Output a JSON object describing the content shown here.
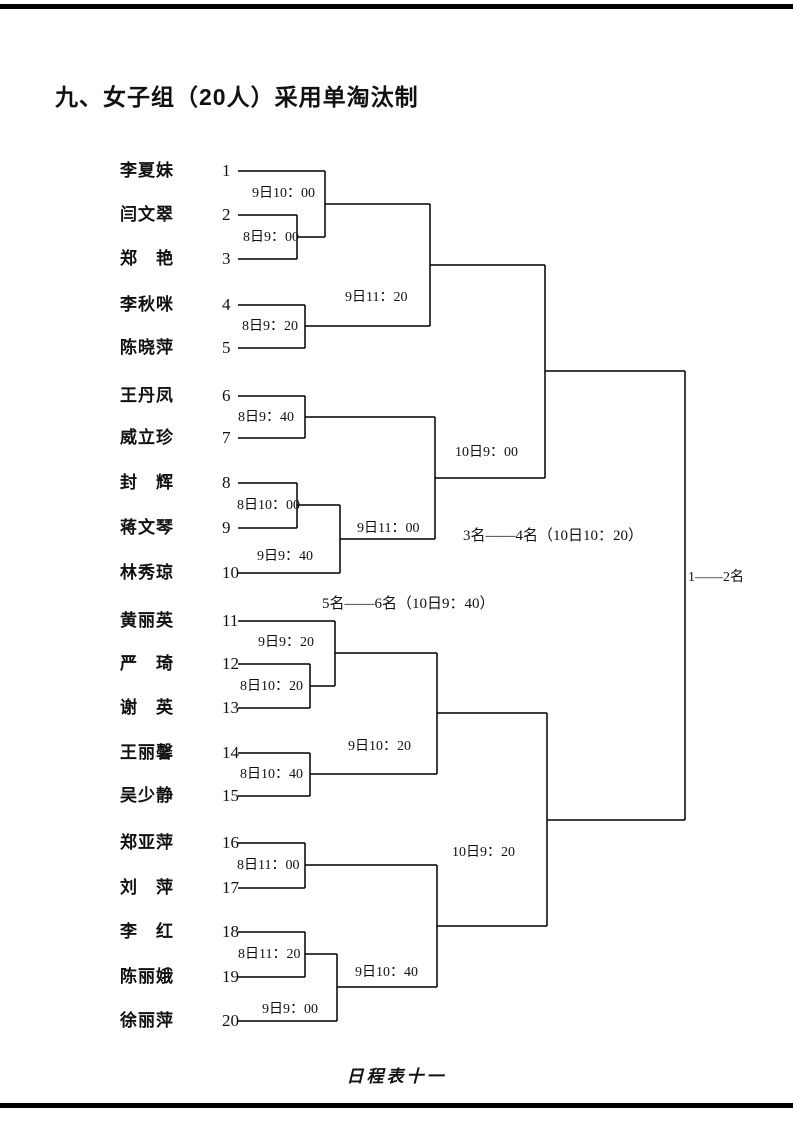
{
  "page": {
    "title": "九、女子组（20人）采用单淘汰制",
    "footer": "日程表十一"
  },
  "players": [
    {
      "name": "李夏妹",
      "seed": "1"
    },
    {
      "name": "闫文翠",
      "seed": "2"
    },
    {
      "name": "郑　艳",
      "seed": "3"
    },
    {
      "name": "李秋咪",
      "seed": "4"
    },
    {
      "name": "陈晓萍",
      "seed": "5"
    },
    {
      "name": "王丹凤",
      "seed": "6"
    },
    {
      "name": "威立珍",
      "seed": "7"
    },
    {
      "name": "封　辉",
      "seed": "8"
    },
    {
      "name": "蒋文琴",
      "seed": "9"
    },
    {
      "name": "林秀琼",
      "seed": "10"
    },
    {
      "name": "黄丽英",
      "seed": "11"
    },
    {
      "name": "严　琦",
      "seed": "12"
    },
    {
      "name": "谢　英",
      "seed": "13"
    },
    {
      "name": "王丽馨",
      "seed": "14"
    },
    {
      "name": "吴少静",
      "seed": "15"
    },
    {
      "name": "郑亚萍",
      "seed": "16"
    },
    {
      "name": "刘　萍",
      "seed": "17"
    },
    {
      "name": "李　红",
      "seed": "18"
    },
    {
      "name": "陈丽娥",
      "seed": "19"
    },
    {
      "name": "徐丽萍",
      "seed": "20"
    }
  ],
  "times": {
    "r2_1": "9日10：00",
    "f1_2v3": "8日9：00",
    "qf_top": "9日11：20",
    "f1_4v5": "8日9：20",
    "f1_6v7": "8日9：40",
    "sf_top": "10日9：00",
    "f1_8v9": "8日10：00",
    "qf_upper_mid": "9日11：00",
    "r2_10": "9日9：40",
    "r2_11": "9日9：20",
    "f1_12v13": "8日10：20",
    "qf_lower_mid": "9日10：20",
    "f1_14v15": "8日10：40",
    "sf_bottom": "10日9：20",
    "f1_16v17": "8日11：00",
    "f1_18v19": "8日11：20",
    "qf_bottom": "9日10：40",
    "r2_20": "9日9：00"
  },
  "placement": {
    "final": "1——2名",
    "third_fourth": "3名——4名（10日10：20）",
    "fifth_sixth": "5名——6名（10日9：40）"
  }
}
